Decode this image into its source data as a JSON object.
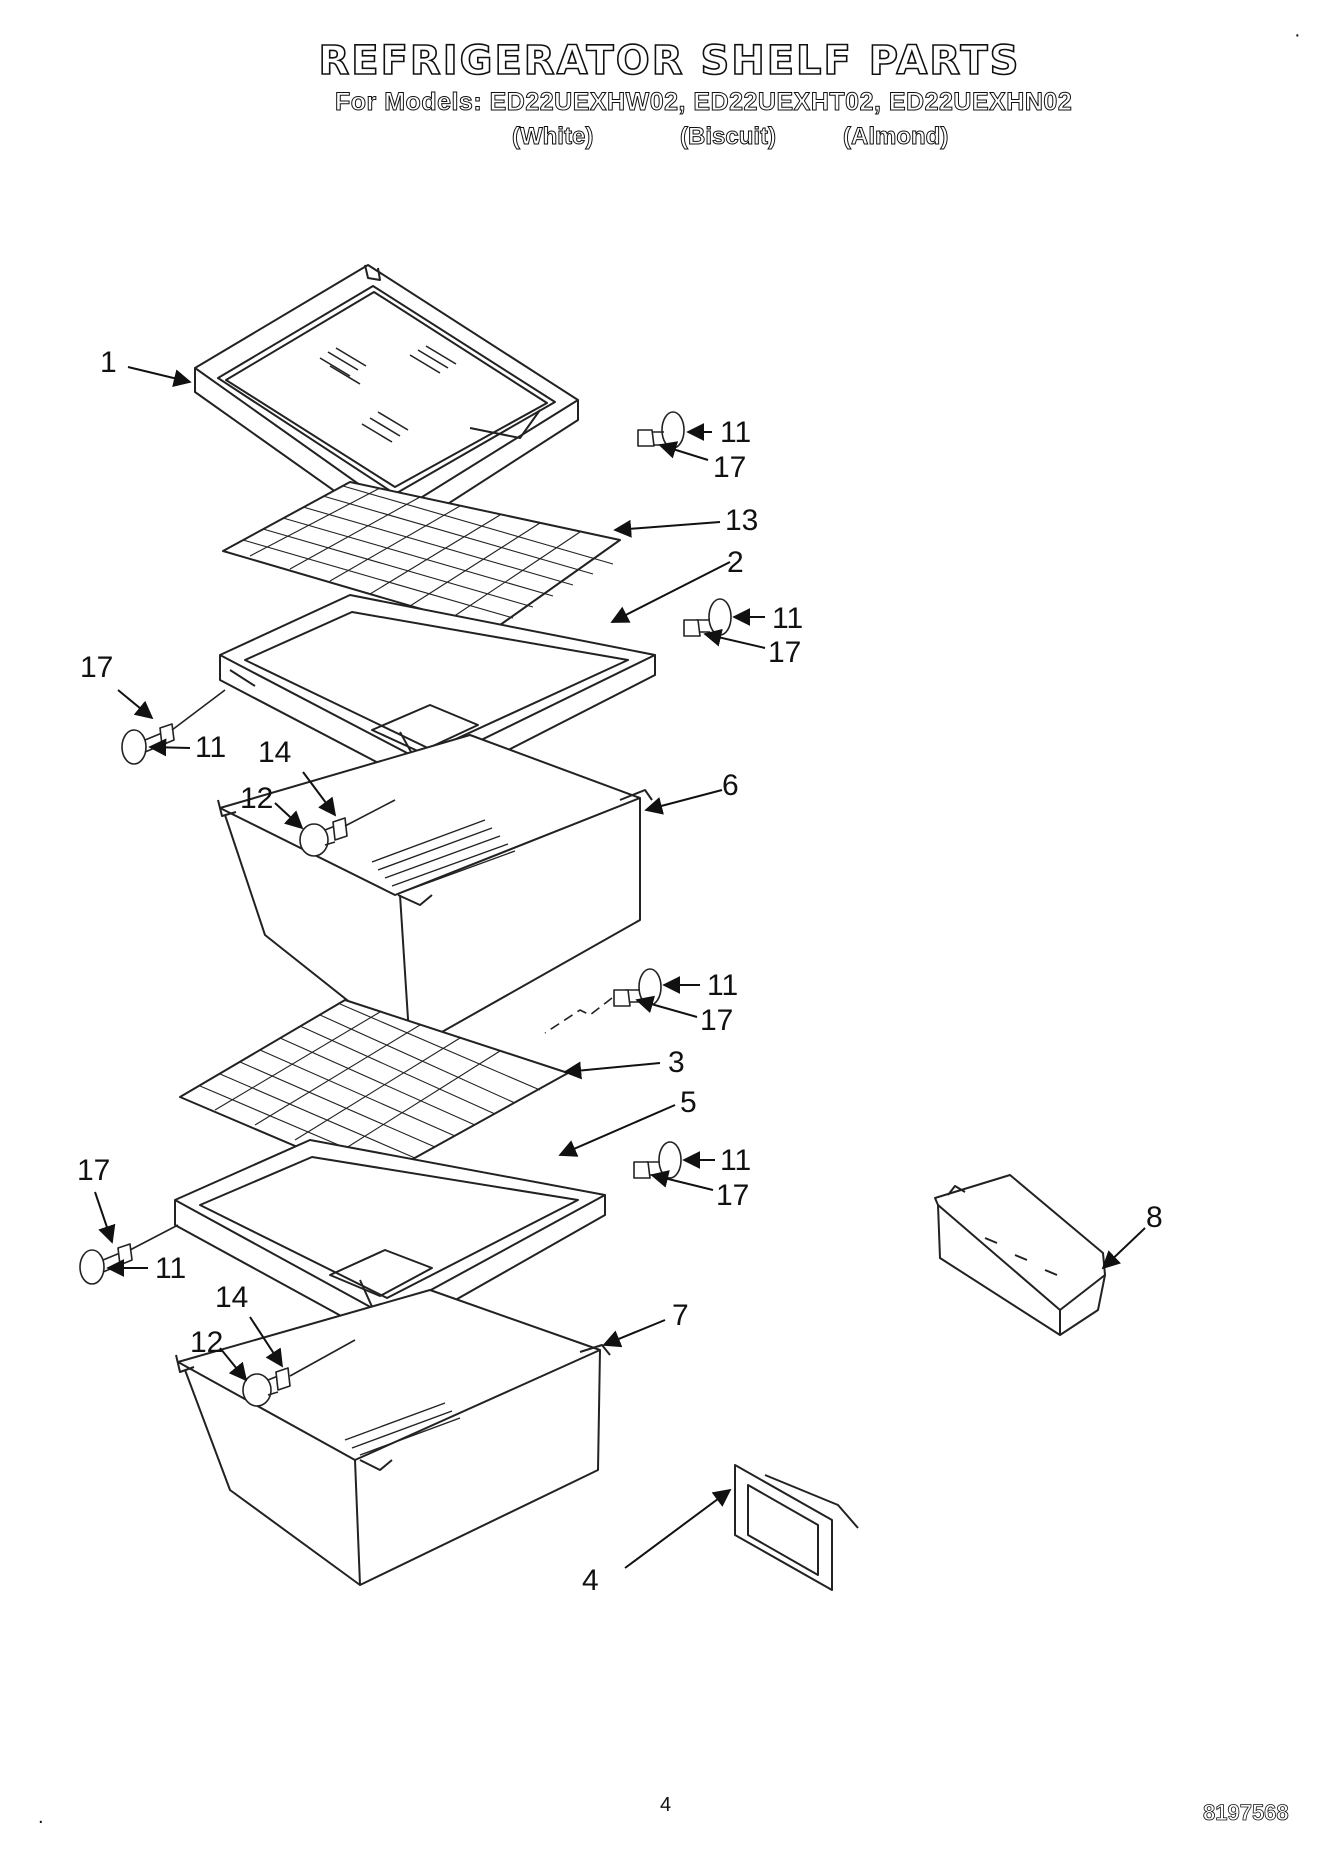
{
  "header": {
    "title": "REFRIGERATOR SHELF PARTS",
    "models_line": "For Models: ED22UEXHW02, ED22UEXHT02, ED22UEXHN02",
    "variants": [
      "(White)",
      "(Biscuit)",
      "(Almond)"
    ]
  },
  "callouts": {
    "c1": "1",
    "c11a": "11",
    "c17a": "17",
    "c13": "13",
    "c2": "2",
    "c11b": "11",
    "c17b": "17",
    "c17c": "17",
    "c11c": "11",
    "c14a": "14",
    "c12a": "12",
    "c6": "6",
    "c11d": "11",
    "c17d": "17",
    "c3": "3",
    "c5": "5",
    "c11e": "11",
    "c17e": "17",
    "c17f": "17",
    "c11f": "11",
    "c8": "8",
    "c14b": "14",
    "c12b": "12",
    "c7": "7",
    "c4": "4"
  },
  "footer": {
    "page_number": "4",
    "document_number": "8197568",
    "corner_mark_top": "·",
    "corner_mark_bottom": "."
  }
}
